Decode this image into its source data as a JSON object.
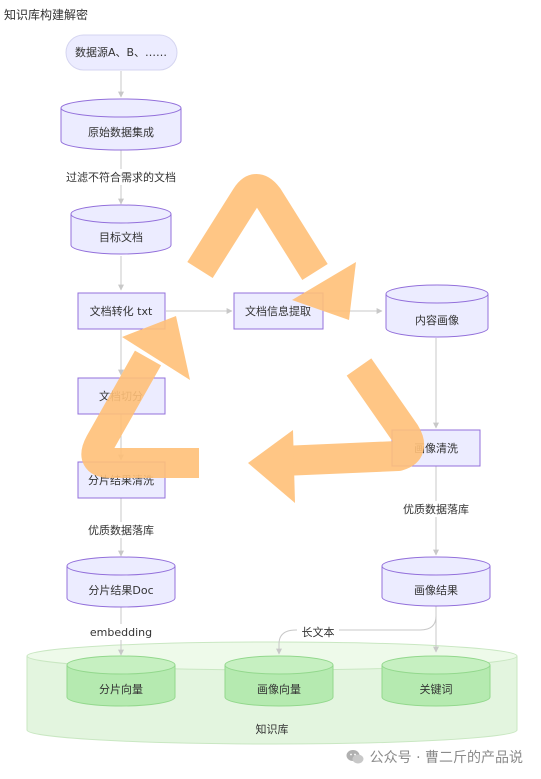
{
  "title": "知识库构建解密",
  "nodes": {
    "source": "数据源A、B、……",
    "raw_integration": "原始数据集成",
    "target_docs": "目标文档",
    "doc_to_txt": "文档转化 txt",
    "doc_info_extract": "文档信息提取",
    "content_profile": "内容画像",
    "doc_chunk": "文档切分",
    "chunk_clean": "分片结果清洗",
    "profile_clean": "画像清洗",
    "chunk_doc": "分片结果Doc",
    "profile_result": "画像结果",
    "chunk_vector": "分片向量",
    "profile_vector": "画像向量",
    "keywords": "关键词",
    "knowledge_base": "知识库"
  },
  "edges": {
    "filter_label": "过滤不符合需求的文档",
    "quality_left": "优质数据落库",
    "quality_right": "优质数据落库",
    "embedding": "embedding",
    "long_text": "长文本"
  },
  "watermark": {
    "icon": "wechat-icon",
    "text": "公众号 · 曹二斤的产品说"
  },
  "colors": {
    "node_fill": "#ececff",
    "node_stroke": "#9370db",
    "kb_fill": "#e3f5df",
    "kb_stroke": "#c9e7c2",
    "green_fill": "#b5eab0",
    "green_stroke": "#93d88d",
    "arrow_overlay": "#ffc078"
  }
}
